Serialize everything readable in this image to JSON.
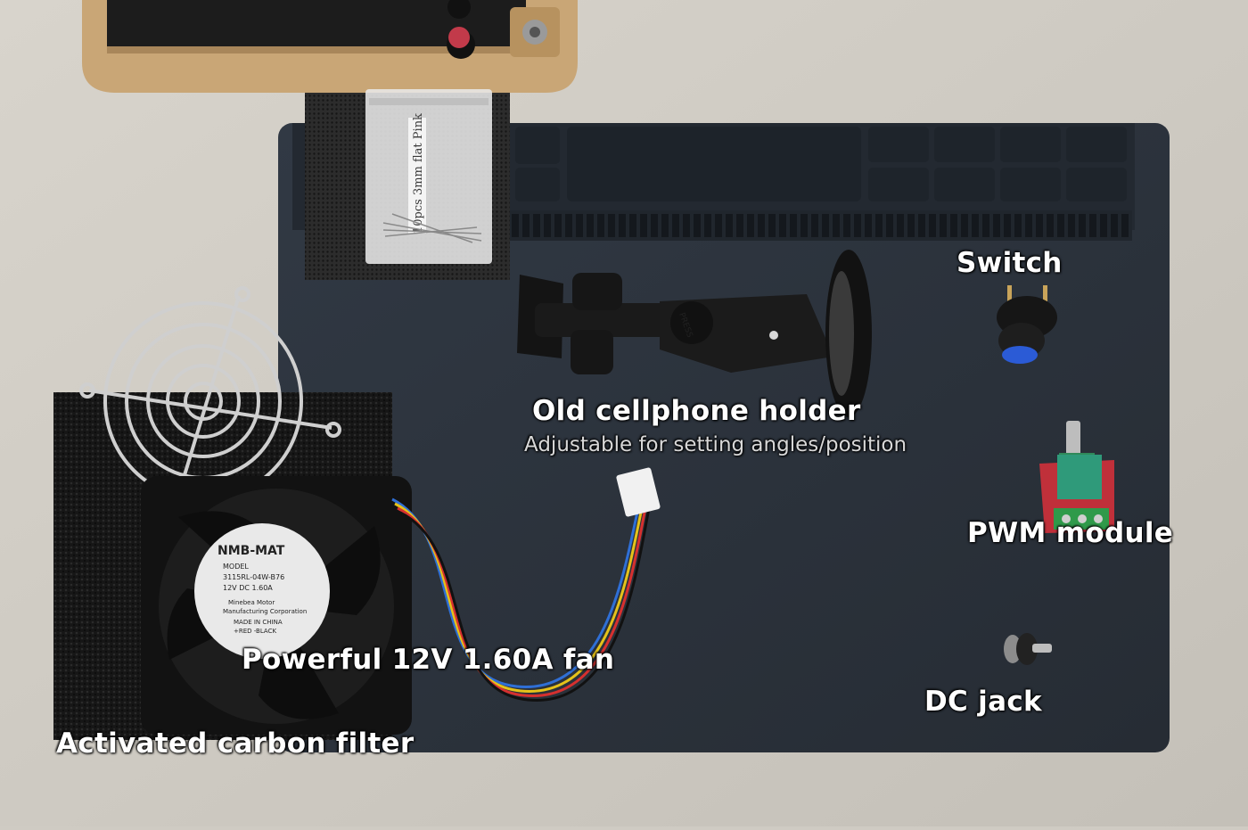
{
  "labels": {
    "switch": "Switch",
    "holder_title": "Old cellphone holder",
    "holder_sub": "Adjustable for setting angles/position",
    "pwm": "PWM module",
    "fan": "Powerful 12V 1.60A fan",
    "dc_jack": "DC jack",
    "filter": "Activated carbon filter"
  },
  "package_text": "10pcs 3mm flat Pink",
  "fan_sticker": {
    "brand": "NMB-MAT",
    "line1": "MODEL",
    "line2": "3115RL-04W-B76",
    "line3": "12V DC  1.60A",
    "line4": "Minebea Motor",
    "line5": "Manufacturing Corporation",
    "line6": "MADE IN CHINA",
    "line7": "+RED -BLACK"
  },
  "holder_button_text": "PRESS",
  "colors": {
    "table": "#cfcbc3",
    "mat": "#2b323b",
    "wood": "#c9a676",
    "label_text": "#ffffff",
    "subtitle_text": "#d8d8d8",
    "switch_ring": "#2b5bd6",
    "pwm_board": "#c0303a",
    "pwm_terminal": "#2f9a4a"
  }
}
